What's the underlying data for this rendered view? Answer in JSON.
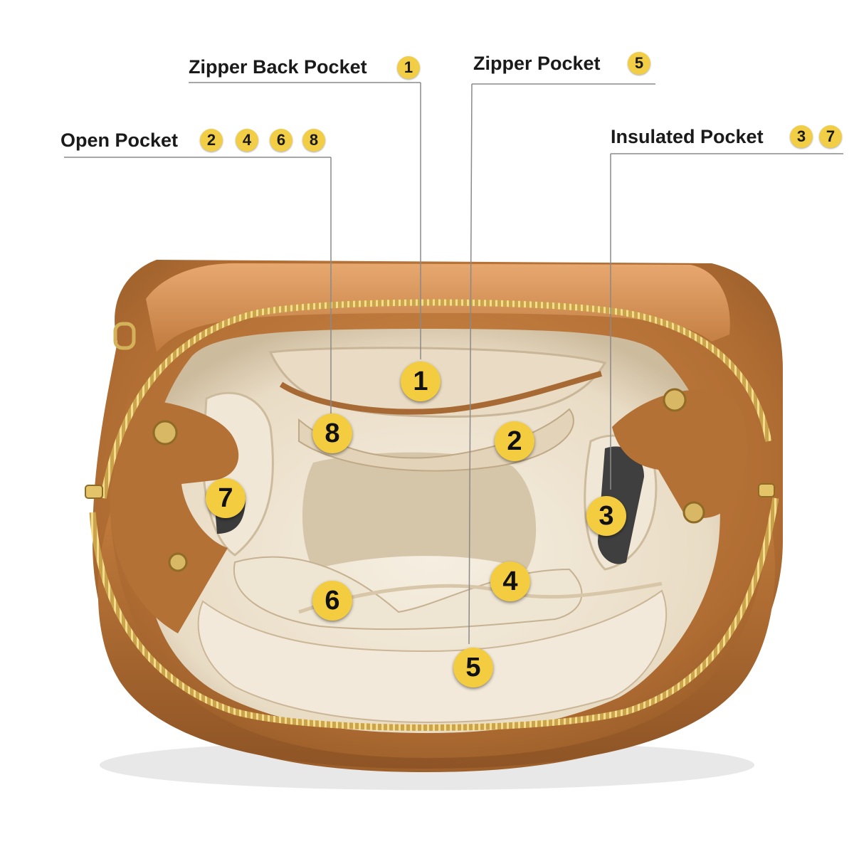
{
  "callouts": {
    "zipper_back": {
      "title": "Zipper Back Pocket",
      "numbers": [
        "1"
      ]
    },
    "zipper": {
      "title": "Zipper Pocket",
      "numbers": [
        "5"
      ]
    },
    "open": {
      "title": "Open Pocket",
      "numbers": [
        "2",
        "4",
        "6",
        "8"
      ]
    },
    "insulated": {
      "title": "Insulated Pocket",
      "numbers": [
        "3",
        "7"
      ]
    }
  },
  "markers": [
    "1",
    "2",
    "3",
    "4",
    "5",
    "6",
    "7",
    "8"
  ],
  "colors": {
    "badge": "#f2cd46",
    "leather": "#b5743a",
    "lining": "#eee2cf",
    "zipper": "#d4b25a",
    "line": "#8a8a8a"
  }
}
